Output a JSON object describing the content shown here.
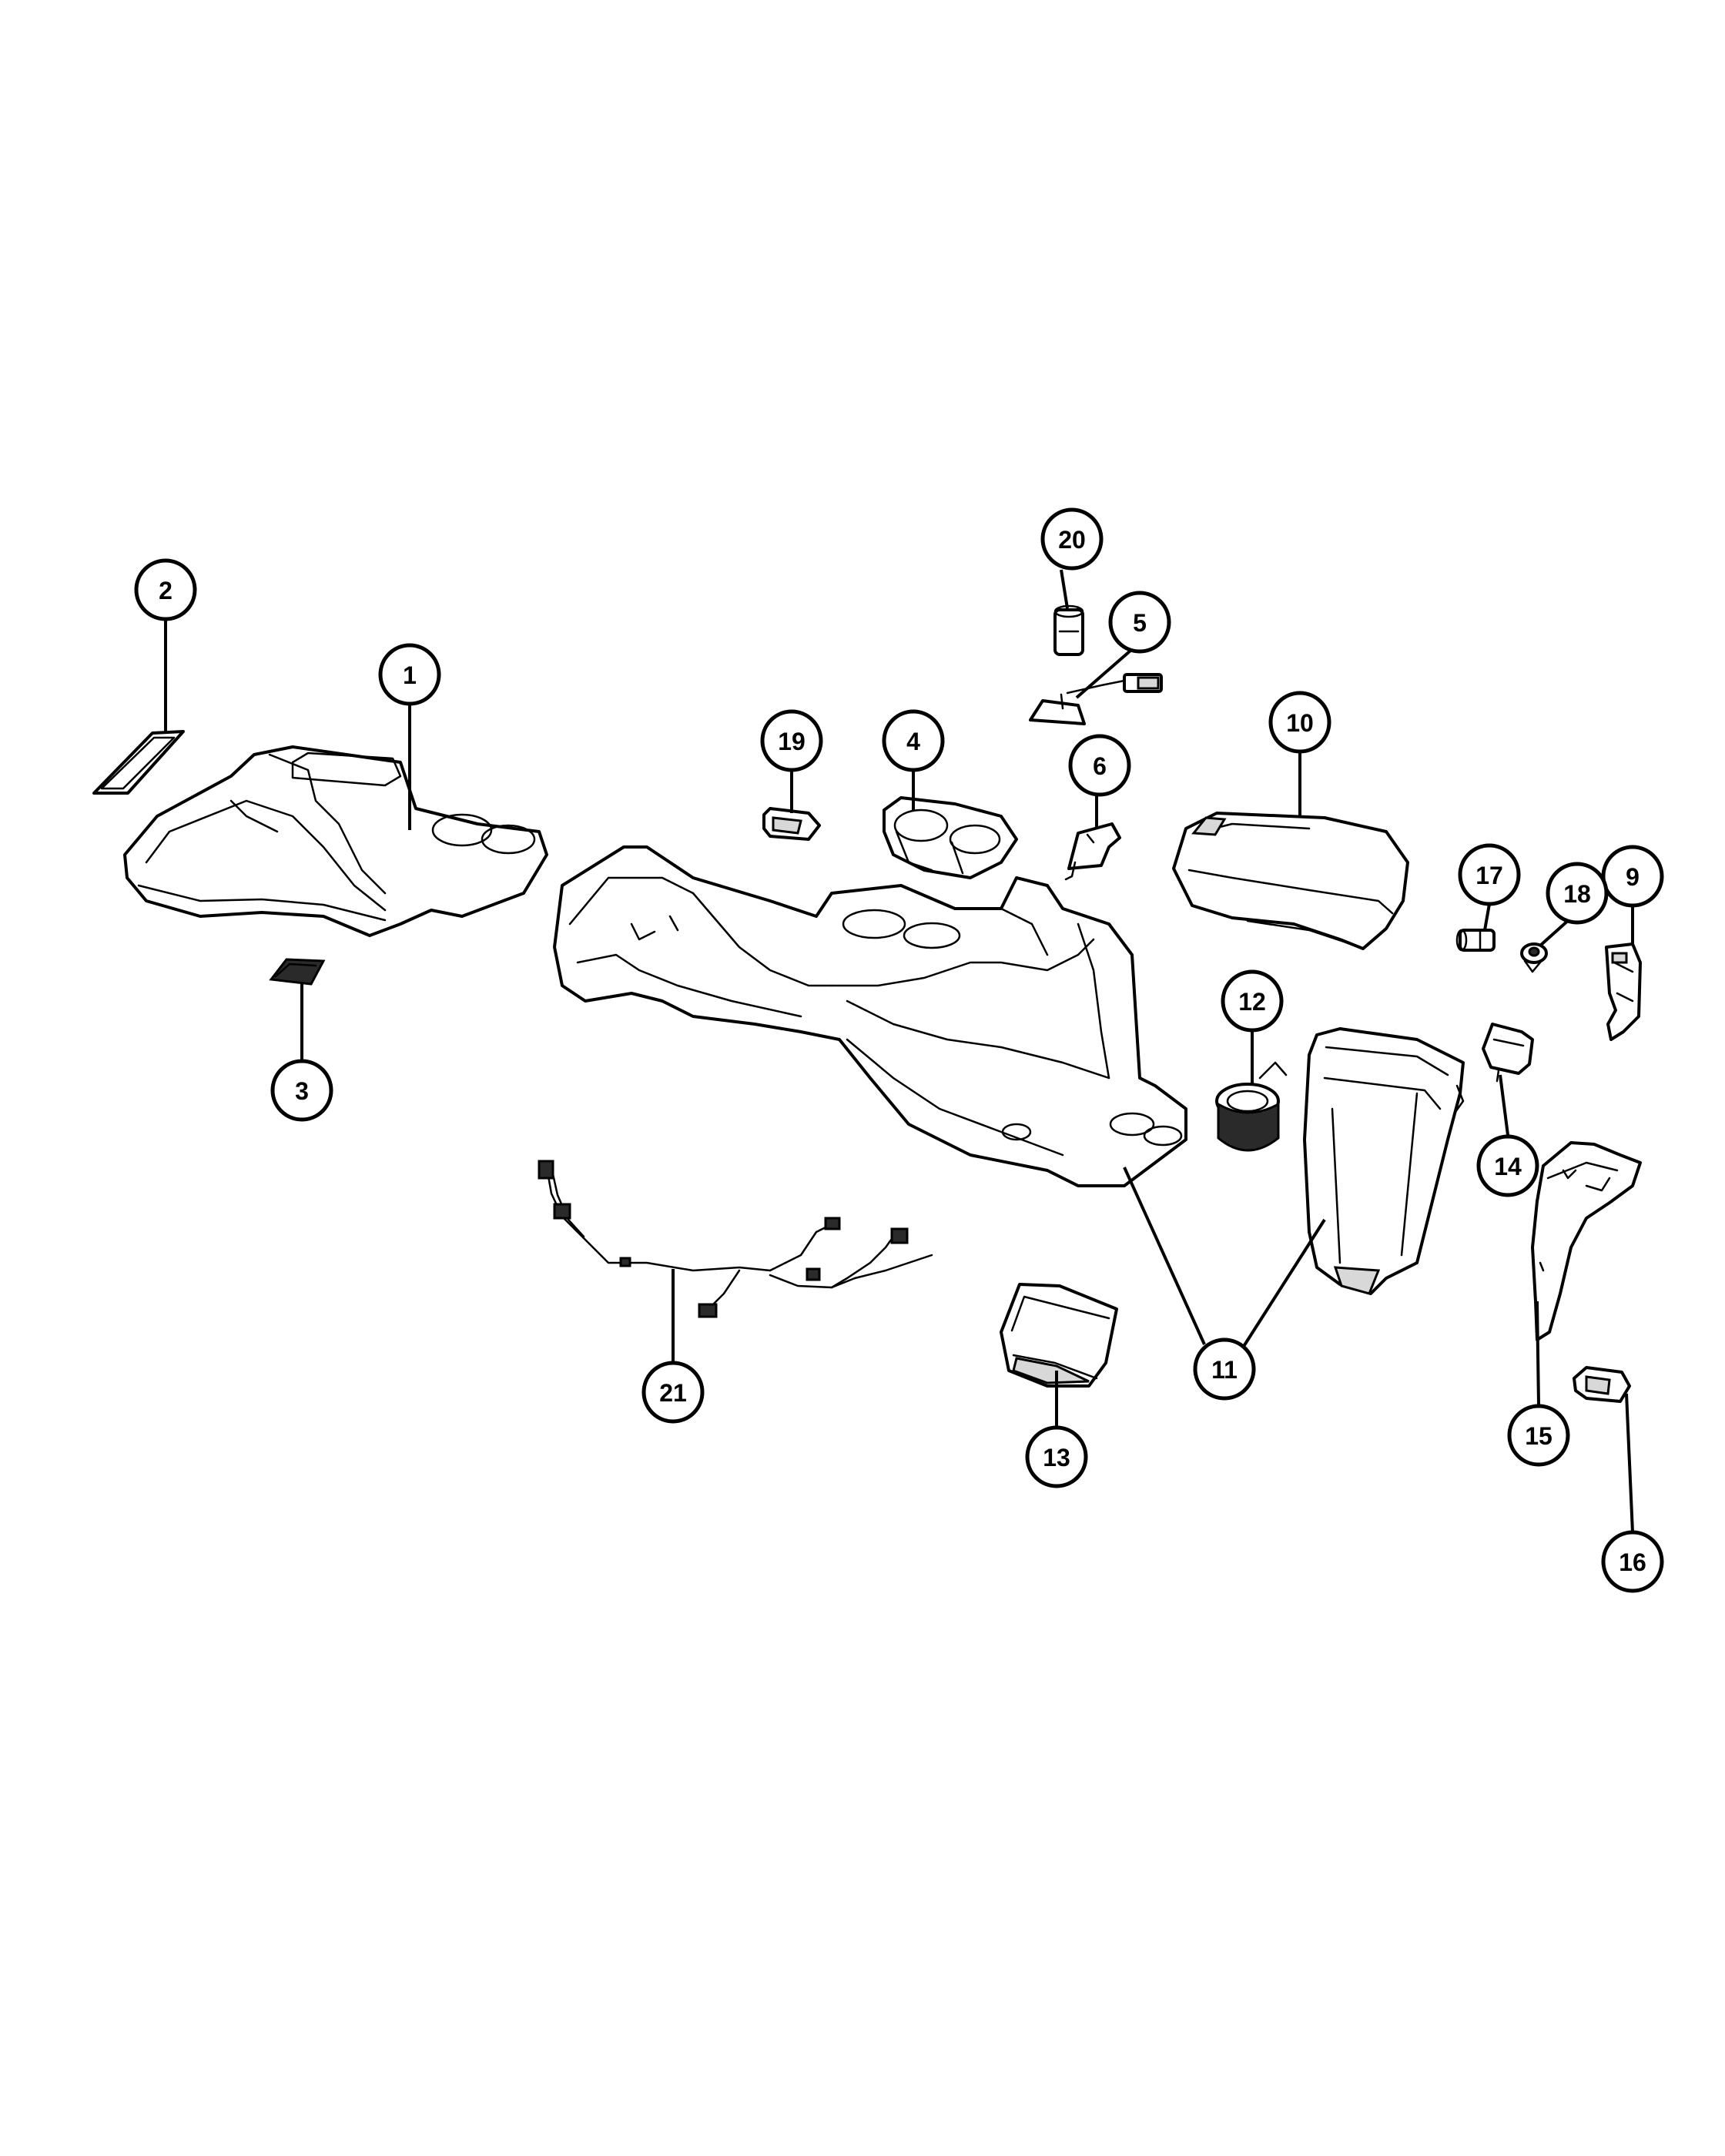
{
  "callouts": [
    {
      "id": "1",
      "label": "1"
    },
    {
      "id": "2",
      "label": "2"
    },
    {
      "id": "3",
      "label": "3"
    },
    {
      "id": "4",
      "label": "4"
    },
    {
      "id": "5",
      "label": "5"
    },
    {
      "id": "6",
      "label": "6"
    },
    {
      "id": "9",
      "label": "9"
    },
    {
      "id": "10",
      "label": "10"
    },
    {
      "id": "11",
      "label": "11"
    },
    {
      "id": "12",
      "label": "12"
    },
    {
      "id": "13",
      "label": "13"
    },
    {
      "id": "14",
      "label": "14"
    },
    {
      "id": "15",
      "label": "15"
    },
    {
      "id": "16",
      "label": "16"
    },
    {
      "id": "17",
      "label": "17"
    },
    {
      "id": "18",
      "label": "18"
    },
    {
      "id": "19",
      "label": "19"
    },
    {
      "id": "20",
      "label": "20"
    },
    {
      "id": "21",
      "label": "21"
    }
  ]
}
